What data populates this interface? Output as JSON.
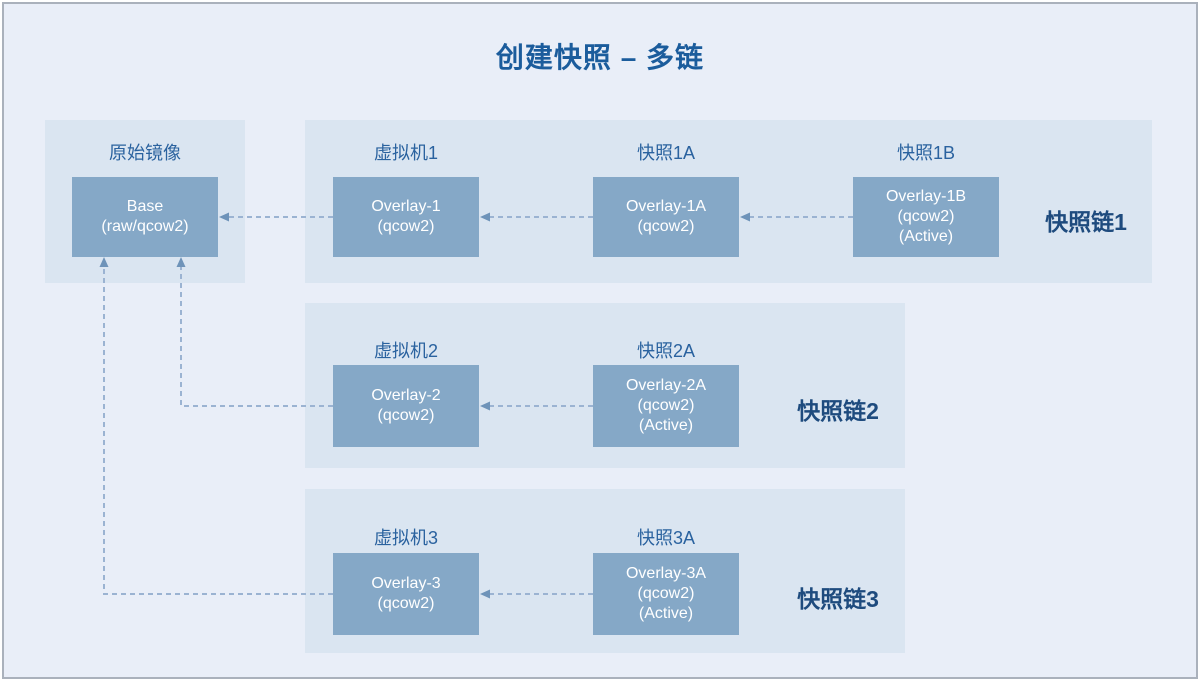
{
  "title": "创建快照 – 多链",
  "colors": {
    "background": "#e9eef8",
    "panel": "#dae5f1",
    "node": "#85a8c7",
    "node_text": "#ffffff",
    "title_text": "#1b5c9c",
    "label_text": "#2a629f",
    "chain_label_text": "#1e4b7e",
    "connector": "#9bb3d2",
    "arrowhead": "#6e93b9"
  },
  "source": {
    "label": "原始镜像",
    "node": {
      "lines": [
        "Base",
        "(raw/qcow2)"
      ]
    }
  },
  "chains": [
    {
      "name": "快照链1",
      "nodes": [
        {
          "label": "虚拟机1",
          "lines": [
            "Overlay-1",
            "(qcow2)"
          ]
        },
        {
          "label": "快照1A",
          "lines": [
            "Overlay-1A",
            "(qcow2)"
          ]
        },
        {
          "label": "快照1B",
          "lines": [
            "Overlay-1B",
            "(qcow2)",
            "(Active)"
          ]
        }
      ]
    },
    {
      "name": "快照链2",
      "nodes": [
        {
          "label": "虚拟机2",
          "lines": [
            "Overlay-2",
            "(qcow2)"
          ]
        },
        {
          "label": "快照2A",
          "lines": [
            "Overlay-2A",
            "(qcow2)",
            "(Active)"
          ]
        }
      ]
    },
    {
      "name": "快照链3",
      "nodes": [
        {
          "label": "虚拟机3",
          "lines": [
            "Overlay-3",
            "(qcow2)"
          ]
        },
        {
          "label": "快照3A",
          "lines": [
            "Overlay-3A",
            "(qcow2)",
            "(Active)"
          ]
        }
      ]
    }
  ]
}
